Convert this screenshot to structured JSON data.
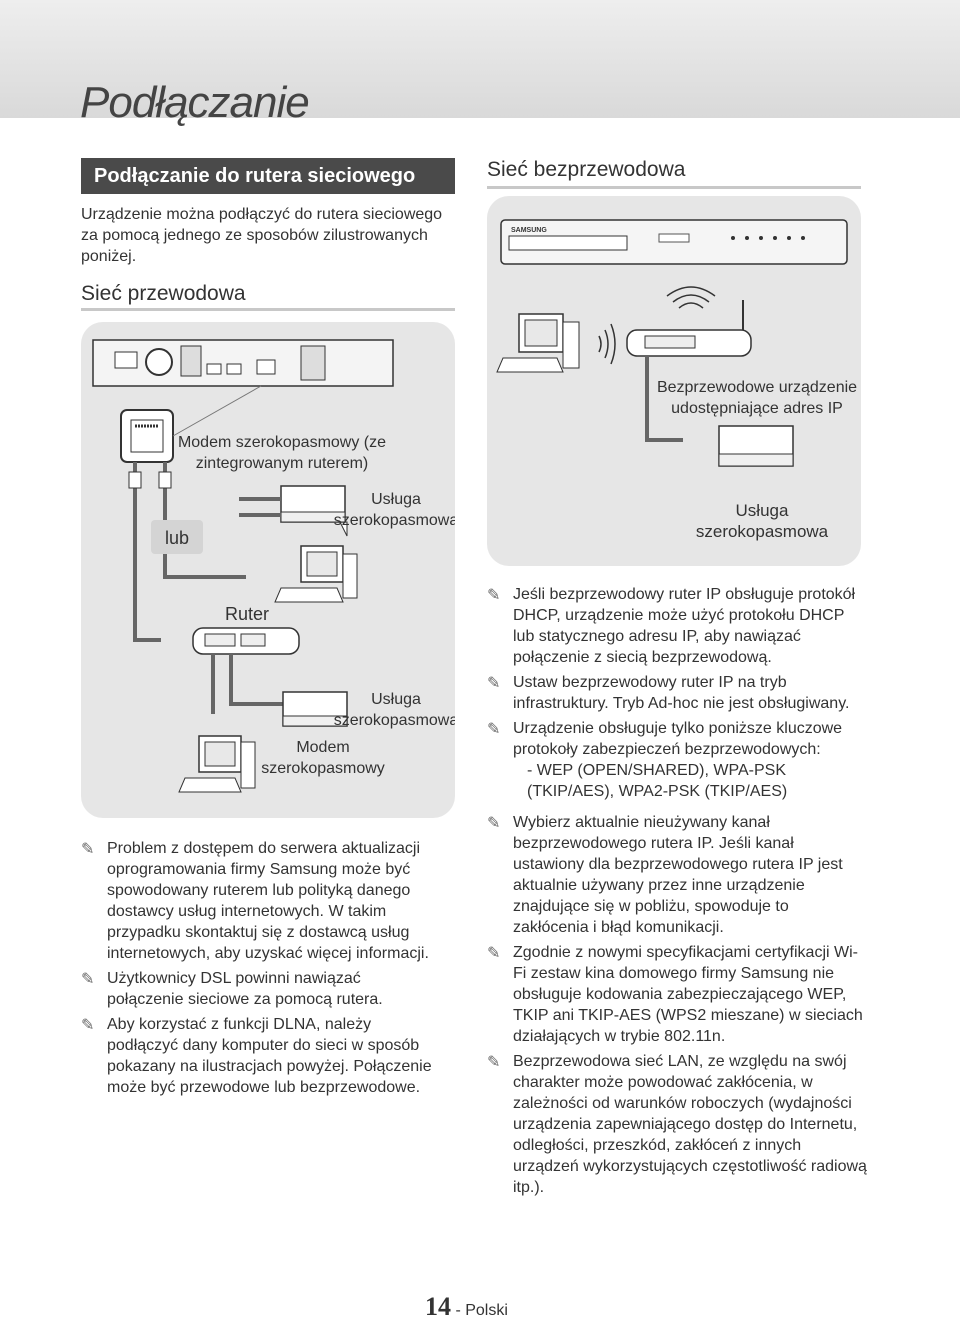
{
  "page": {
    "title": "Podłączanie",
    "footer_page": "14",
    "footer_lang": "- Polski"
  },
  "left": {
    "section_heading": "Podłączanie do rutera sieciowego",
    "intro": "Urządzenie można podłączyć do rutera sieciowego za pomocą jednego ze sposobów zilustrowanych poniżej.",
    "wired_heading": "Sieć przewodowa",
    "diagram": {
      "modem_router_label_line1": "Modem szerokopasmowy (ze",
      "modem_router_label_line2": "zintegrowanym ruterem)",
      "service1_line1": "Usługa",
      "service1_line2": "szerokopasmowa",
      "or_label": "lub",
      "router_label": "Ruter",
      "service2_line1": "Usługa",
      "service2_line2": "szerokopasmowa",
      "modem_line1": "Modem",
      "modem_line2": "szerokopasmowy"
    },
    "notes": [
      "Problem z dostępem do serwera aktualizacji oprogramowania firmy Samsung może być spowodowany ruterem lub polityką danego dostawcy usług internetowych. W takim przypadku skontaktuj się z dostawcą usług internetowych, aby uzyskać więcej informacji.",
      "Użytkownicy DSL powinni nawiązać połączenie sieciowe za pomocą rutera.",
      "Aby korzystać z funkcji DLNA, należy podłączyć dany komputer do sieci w sposób pokazany na ilustracjach powyżej. Połączenie może być przewodowe lub bezprzewodowe."
    ]
  },
  "right": {
    "wireless_heading": "Sieć bezprzewodowa",
    "diagram": {
      "brand": "SAMSUNG",
      "ap_line1": "Bezprzewodowe urządzenie",
      "ap_line2": "udostępniające adres IP",
      "service_line1": "Usługa",
      "service_line2": "szerokopasmowa"
    },
    "notes": [
      "Jeśli bezprzewodowy ruter IP obsługuje protokół DHCP, urządzenie może użyć protokołu DHCP lub statycznego adresu IP, aby nawiązać połączenie z siecią bezprzewodową.",
      "Ustaw bezprzewodowy ruter IP na tryb infrastruktury. Tryb Ad-hoc nie jest obsługiwany.",
      "Urządzenie obsługuje tylko poniższe kluczowe protokoły zabezpieczeń bezprzewodowych:"
    ],
    "security_item": "- WEP (OPEN/SHARED), WPA-PSK (TKIP/AES), WPA2-PSK (TKIP/AES)",
    "notes2": [
      "Wybierz aktualnie nieużywany kanał bezprzewodowego rutera IP. Jeśli kanał ustawiony dla bezprzewodowego rutera IP jest aktualnie używany przez inne urządzenie znajdujące się w pobliżu, spowoduje to zakłócenia i błąd komunikacji.",
      "Zgodnie z nowymi specyfikacjami certyfikacji Wi-Fi zestaw kina domowego firmy Samsung nie obsługuje kodowania zabezpieczającego WEP, TKIP ani TKIP-AES (WPS2 mieszane) w sieciach działających w trybie 802.11n.",
      "Bezprzewodowa sieć LAN, ze względu na swój charakter może powodować zakłócenia, w zależności od warunków roboczych (wydajności urządzenia zapewniającego dostęp do Internetu, odległości, przeszkód, zakłóceń z innych urządzeń wykorzystujących częstotliwość radiową itp.)."
    ]
  }
}
